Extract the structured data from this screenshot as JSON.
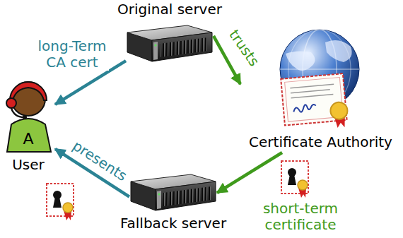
{
  "diagram": {
    "nodes": [
      {
        "text": [
          "Original server"
        ]
      },
      {
        "text": [
          "A",
          "User"
        ]
      },
      {
        "text": [
          "Certificate Authority"
        ]
      },
      {
        "text": [
          "Fallback server"
        ]
      }
    ],
    "edges": [
      {
        "from": 0,
        "to": 1,
        "arrow": "to",
        "label": "long-Term CA cert"
      },
      {
        "from": 0,
        "to": 2,
        "arrow": "to",
        "label": "trusts"
      },
      {
        "from": 2,
        "to": 3,
        "arrow": "to",
        "label": "short-term certificate"
      },
      {
        "from": 3,
        "to": 1,
        "arrow": "to",
        "label": "presents"
      }
    ]
  }
}
